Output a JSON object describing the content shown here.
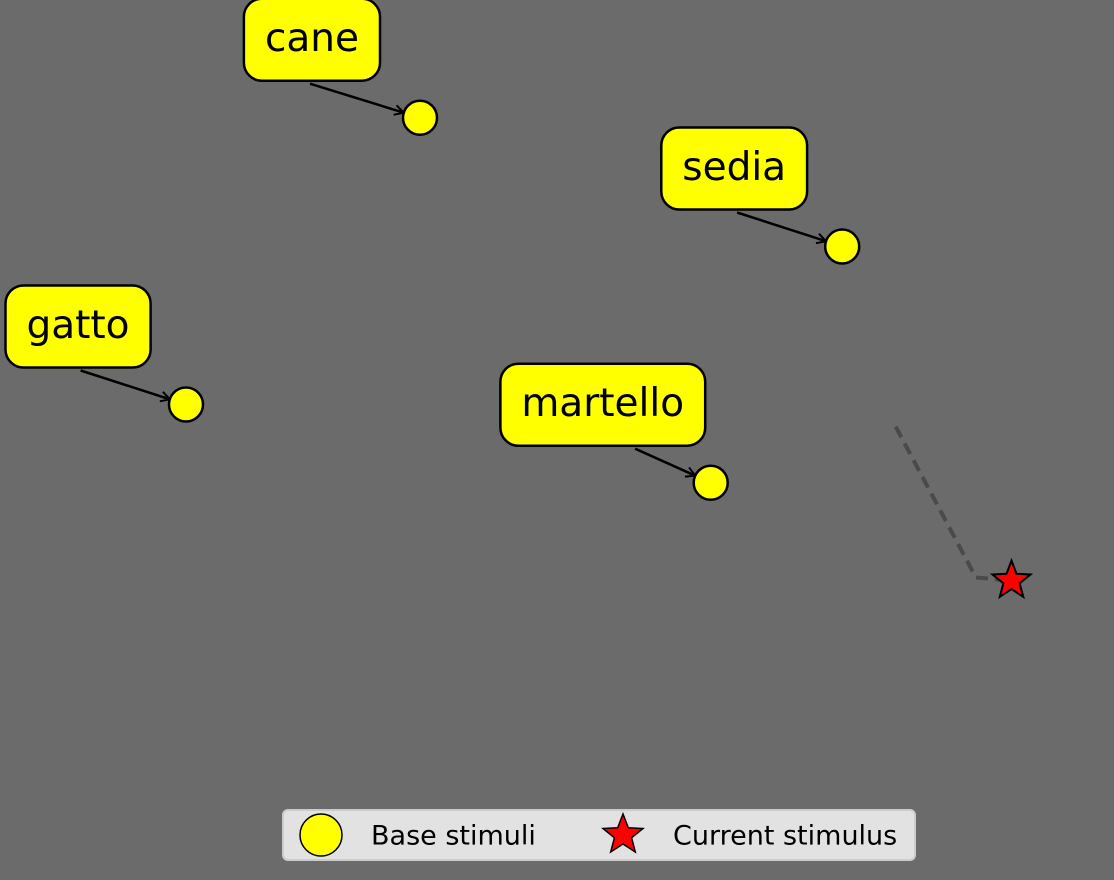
{
  "chart_data": {
    "type": "scatter",
    "title": "",
    "xlabel": "",
    "ylabel": "",
    "grid": false,
    "axes_visible": false,
    "background_color": "#6b6b6b",
    "xlim": [
      0,
      100
    ],
    "ylim": [
      0,
      100
    ],
    "series": [
      {
        "name": "Base stimuli",
        "marker": "circle",
        "color": "#ffff00",
        "points": [
          {
            "label": "cane",
            "x": 37.7,
            "y": 85.1
          },
          {
            "label": "sedia",
            "x": 75.6,
            "y": 68.8
          },
          {
            "label": "gatto",
            "x": 16.7,
            "y": 48.8
          },
          {
            "label": "martello",
            "x": 63.8,
            "y": 38.9
          }
        ]
      },
      {
        "name": "Current stimulus",
        "marker": "star",
        "color": "#ff0000",
        "points": [
          {
            "x": 90.8,
            "y": 26.5
          }
        ]
      }
    ],
    "trajectory": {
      "style": "dashed",
      "color": "#4a4a4a",
      "points": [
        {
          "x": 80.4,
          "y": 46.0
        },
        {
          "x": 87.6,
          "y": 26.9
        },
        {
          "x": 90.8,
          "y": 26.5
        }
      ]
    },
    "legend": {
      "placement": "bottom-center",
      "entries": [
        "Base stimuli",
        "Current stimulus"
      ]
    }
  }
}
